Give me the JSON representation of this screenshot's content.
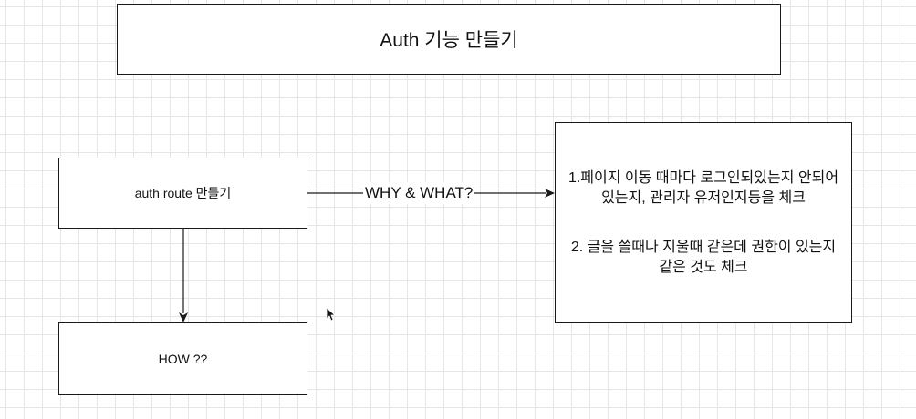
{
  "diagram": {
    "title": "Auth 기능 만들기",
    "route_box": "auth route 만들기",
    "how_box": "HOW ??",
    "edge_label": "WHY & WHAT?",
    "why_box": {
      "point1_line1": "1.페이지 이동 때마다 로그인되있는지 안되어",
      "point1_line2": "있는지, 관리자 유저인지등을 체크",
      "point2_line1": "2. 글을 쓸때나 지울때 같은데 권한이 있는지",
      "point2_line2": "같은 것도 체크"
    }
  }
}
